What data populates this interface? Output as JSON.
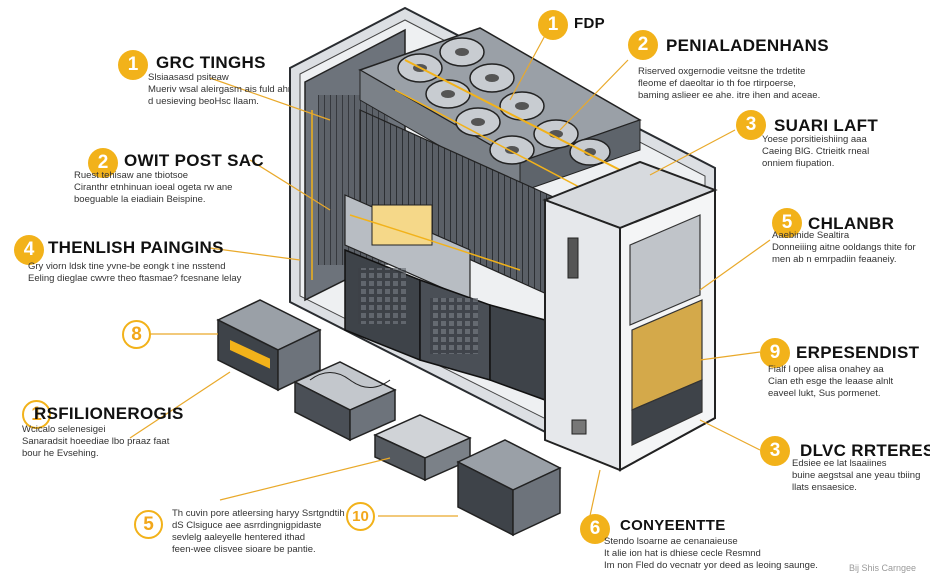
{
  "callouts": [
    {
      "id": "c1",
      "number": "1",
      "title": "GRC TINGHS",
      "desc": "Slsiaasasd psiteaw\nMueriv wsal aleirgasm ais fuld ahr\nd uesieving beoHsc llaam."
    },
    {
      "id": "c2",
      "number": "2",
      "title": "OWIT POST SAC",
      "desc": "Ruest tehisaw ane tbiotsoe\nCiranthr etnhinuan ioeal ogeta rw ane\nboeguable la eiadiain Beispine."
    },
    {
      "id": "c3",
      "number": "4",
      "title": "THENLISH PAINGINS",
      "desc": "Gry viorn ldsk tine yvne-be eongk t ine nsstend\nEeling dieglae cwvre theo ftasmae? fcesnane lelay"
    },
    {
      "id": "c4",
      "number": "8",
      "title": "",
      "desc": ""
    },
    {
      "id": "c5",
      "number": "1",
      "title": "RSFILIONEROGIS",
      "desc": "Wcicalo selenesigei\nSanaradsit hoeediae lbo praaz faat\nbour he Evsehing."
    },
    {
      "id": "c6",
      "number": "5",
      "title": "",
      "desc": "Th cuvin pore atleersing haryy Ssrtgndtih\ndS Clsiguce aee asrrdingnigpidaste\nsevlelg aaleyelle hentered ithad\nfeen-wee clisvee sioare be pantie."
    },
    {
      "id": "c7",
      "number": "10",
      "title": "",
      "desc": ""
    },
    {
      "id": "c8",
      "number": "1",
      "title": "FDP",
      "desc": ""
    },
    {
      "id": "c9",
      "number": "2",
      "title": "PENIALADENHANS",
      "desc": "Riserved oxgernodie veitsne the trdetite\nfleome ef daeoltar io th foe rtirpoerse,\nbaming aslieer ee ahe. itre ihen and aceae."
    },
    {
      "id": "c10",
      "number": "3",
      "title": "SUARI LAFT",
      "desc": "Yoese porsitieishiing aaa\nCaeing BlG. Ctrieitk rneal\nonniem fiupation."
    },
    {
      "id": "c11",
      "number": "5",
      "title": "CHLANBR",
      "desc": "Aaebinide Sealtira\nDonneiiing aitne ooldangs thite for\nmen ab n emrpadiin feaaneiy."
    },
    {
      "id": "c12",
      "number": "9",
      "title": "ERPESENDIST",
      "desc": "Fialf l opee alisa onahey aa\nCian eth esge the leaase alnlt\neaveel lukt, Sus pormenet."
    },
    {
      "id": "c13",
      "number": "3",
      "title": "DLVC RRTERES",
      "desc": "Edsiee ee lat lsaaiines\nbuine aegstsal ane yeau tbiing\nllats ensaesice."
    },
    {
      "id": "c14",
      "number": "6",
      "title": "CONYEENTTE",
      "desc": "Stendo lsoarne ae cenanaieuse\nIt alie ion hat is dhiese cecle Resmnd\nIm non Fled do vecnatr yor deed as leoing saunge."
    }
  ],
  "credit": "Bij Shis Carngee",
  "colors": {
    "accent": "#f2b21a",
    "line": "#e9a92a",
    "ink": "#111111"
  }
}
